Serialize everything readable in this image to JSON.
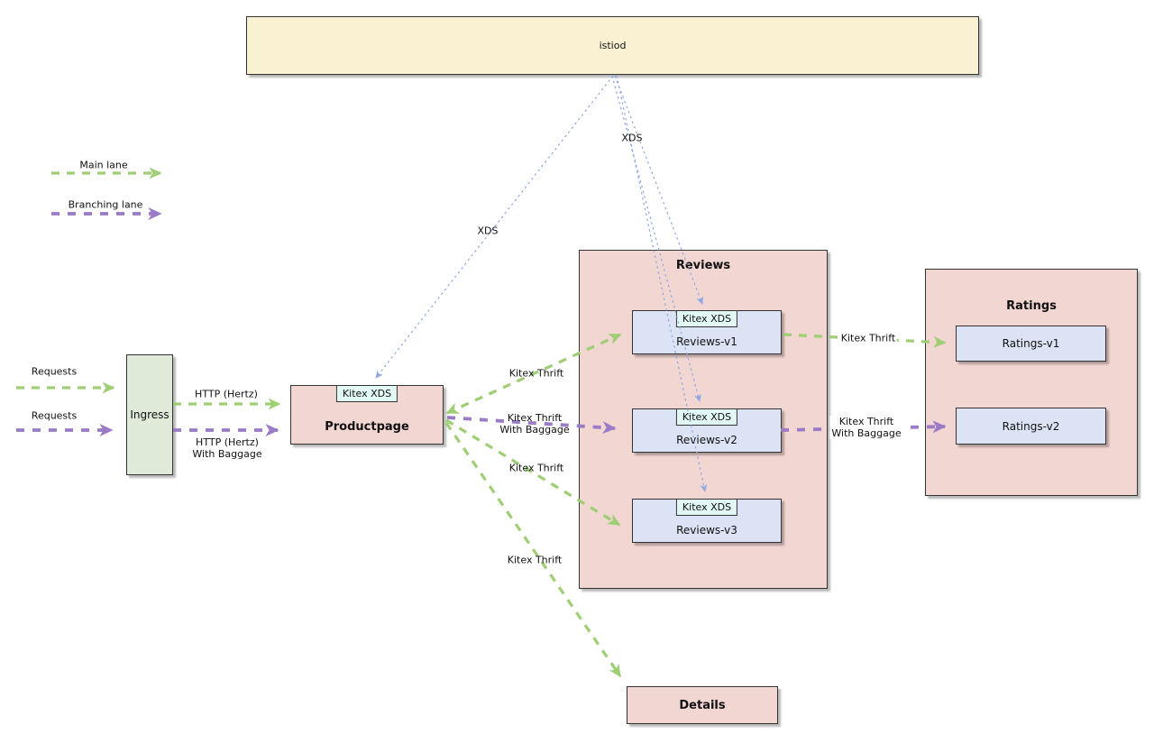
{
  "colors": {
    "main_lane_green": "#9fce74",
    "branching_lane_purple": "#9b7ac6",
    "xds_blue": "#8fa7e2",
    "istiod_fill": "#faf0d2",
    "container_pink": "#f2d6d2",
    "ingress_fill": "#dfebd8",
    "service_fill": "#dbe3f4",
    "badge_fill": "#e2f8f4",
    "border_dark": "#333333"
  },
  "legend": {
    "main": "Main lane",
    "branching": "Branching lane"
  },
  "nodes": {
    "istiod": "istiod",
    "ingress": "Ingress",
    "productpage": "Productpage",
    "kitex_xds_badge": "Kitex XDS",
    "reviews_group": "Reviews",
    "reviews_v1": "Reviews-v1",
    "reviews_v2": "Reviews-v2",
    "reviews_v3": "Reviews-v3",
    "ratings_group": "Ratings",
    "ratings_v1": "Ratings-v1",
    "ratings_v2": "Ratings-v2",
    "details": "Details"
  },
  "edge_labels": {
    "requests": "Requests",
    "http_hertz": "HTTP (Hertz)",
    "with_baggage": "With Baggage",
    "kitex_thrift": "Kitex Thrift",
    "xds": "XDS"
  }
}
